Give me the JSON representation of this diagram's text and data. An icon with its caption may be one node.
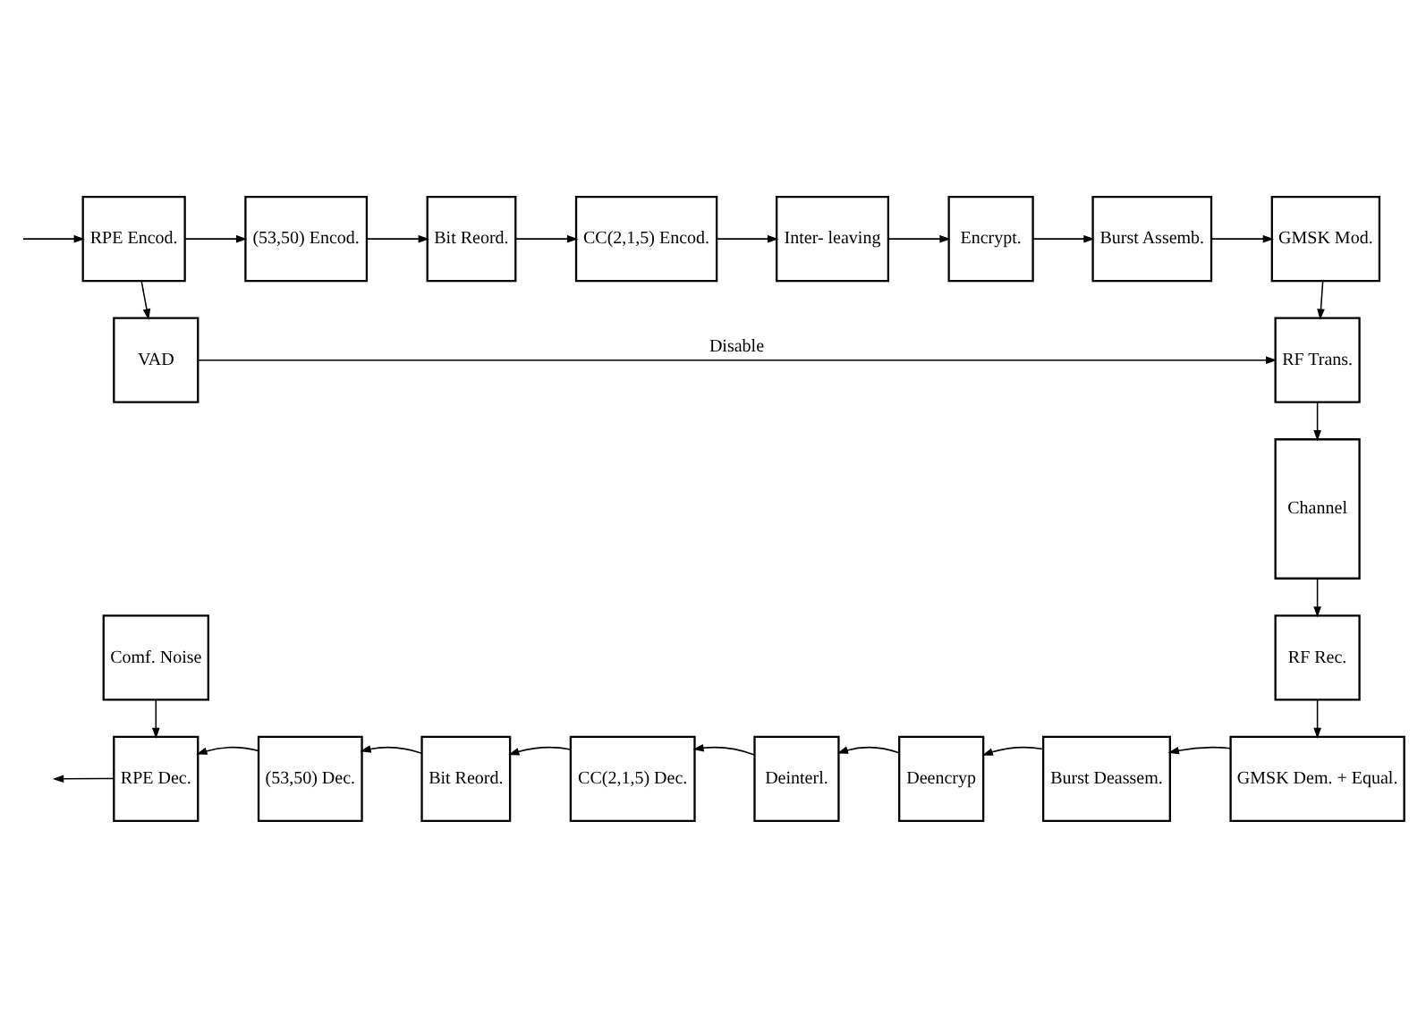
{
  "diagram": {
    "nodes": [
      {
        "text": [
          "RPE Encod."
        ]
      },
      {
        "text": [
          "(53,50) Encod."
        ]
      },
      {
        "text": [
          "Bit Reord."
        ]
      },
      {
        "text": [
          "CC(2,1,5) Encod."
        ]
      },
      {
        "text": [
          "Inter- leaving"
        ]
      },
      {
        "text": [
          "Encrypt."
        ]
      },
      {
        "text": [
          "Burst Assemb."
        ]
      },
      {
        "text": [
          "GMSK Mod."
        ]
      },
      {
        "text": [
          "VAD"
        ]
      },
      {
        "text": [
          "RF Trans."
        ]
      },
      {
        "text": [
          "Channel"
        ]
      },
      {
        "text": [
          "Comf. Noise"
        ]
      },
      {
        "text": [
          "RF Rec."
        ]
      },
      {
        "text": [
          "RPE Dec."
        ]
      },
      {
        "text": [
          "(53,50) Dec."
        ]
      },
      {
        "text": [
          "Bit Reord."
        ]
      },
      {
        "text": [
          "CC(2,1,5) Dec."
        ]
      },
      {
        "text": [
          "Deinterl."
        ]
      },
      {
        "text": [
          "Deencryp"
        ]
      },
      {
        "text": [
          "Burst Deassem."
        ]
      },
      {
        "text": [
          "GMSK Dem. + Equal."
        ]
      }
    ],
    "edges": [
      {
        "from": null,
        "to": 0,
        "arrow": "to"
      },
      {
        "from": 0,
        "to": 1,
        "arrow": "to"
      },
      {
        "from": 1,
        "to": 2,
        "arrow": "to"
      },
      {
        "from": 2,
        "to": 3,
        "arrow": "to"
      },
      {
        "from": 3,
        "to": 4,
        "arrow": "to"
      },
      {
        "from": 4,
        "to": 5,
        "arrow": "to"
      },
      {
        "from": 5,
        "to": 6,
        "arrow": "to"
      },
      {
        "from": 6,
        "to": 7,
        "arrow": "to"
      },
      {
        "from": 0,
        "to": 8,
        "arrow": "to"
      },
      {
        "from": 7,
        "to": 9,
        "arrow": "to"
      },
      {
        "from": 8,
        "to": 9,
        "arrow": "to",
        "label": "Disable"
      },
      {
        "from": 9,
        "to": 10,
        "arrow": "to"
      },
      {
        "from": 10,
        "to": 12,
        "arrow": "to"
      },
      {
        "from": 12,
        "to": 20,
        "arrow": "to"
      },
      {
        "from": 20,
        "to": 19,
        "arrow": "to"
      },
      {
        "from": 19,
        "to": 18,
        "arrow": "to"
      },
      {
        "from": 18,
        "to": 17,
        "arrow": "to"
      },
      {
        "from": 17,
        "to": 16,
        "arrow": "to"
      },
      {
        "from": 16,
        "to": 15,
        "arrow": "to"
      },
      {
        "from": 15,
        "to": 14,
        "arrow": "to"
      },
      {
        "from": 14,
        "to": 13,
        "arrow": "to"
      },
      {
        "from": 11,
        "to": 13,
        "arrow": "to"
      },
      {
        "from": 13,
        "to": null,
        "arrow": "to"
      }
    ]
  }
}
